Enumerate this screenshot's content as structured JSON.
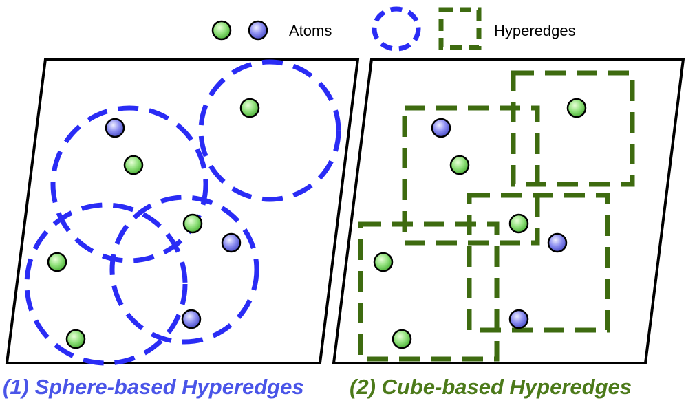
{
  "legend": {
    "atoms_label": "Atoms",
    "hyperedges_label": "Hyperedges"
  },
  "captions": {
    "left": "(1) Sphere-based Hyperedges",
    "right": "(2) Cube-based Hyperedges"
  },
  "colors": {
    "atom_green": "#8fe07a",
    "atom_blue": "#8a8cf0",
    "sphere_edge": "#2a2cf5",
    "cube_edge": "#3e6b10",
    "frame": "#000000",
    "left_caption": "#4a55e8",
    "right_caption": "#4c7a1a"
  },
  "icons": [
    "green-atom-icon",
    "blue-atom-icon",
    "dashed-circle-icon",
    "dashed-square-icon"
  ]
}
